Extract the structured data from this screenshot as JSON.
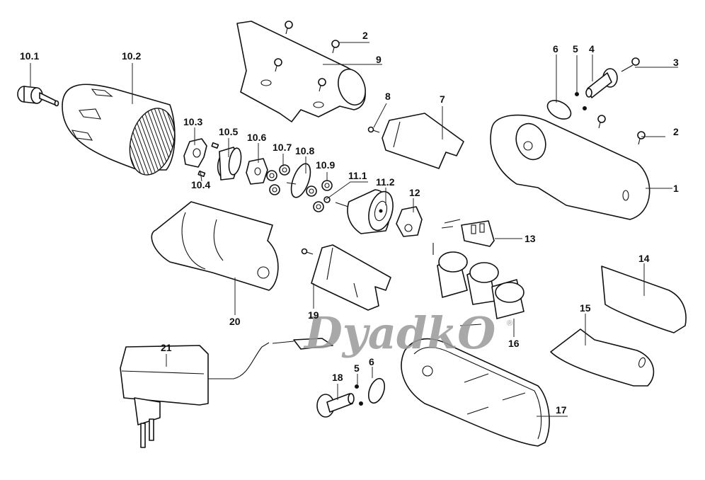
{
  "diagram": {
    "title": "Cordless screwdriver exploded parts diagram",
    "watermark": "DyadkO",
    "watermark_mark": "®",
    "labels": {
      "p10_1": "10.1",
      "p10_2": "10.2",
      "p10_3": "10.3",
      "p10_4": "10.4",
      "p10_5": "10.5",
      "p10_6": "10.6",
      "p10_7": "10.7",
      "p10_8": "10.8",
      "p10_9": "10.9",
      "p11_1": "11.1",
      "p11_2": "11.2",
      "p12": "12",
      "p13": "13",
      "p14": "14",
      "p15": "15",
      "p16": "16",
      "p17": "17",
      "p18": "18",
      "p19": "19",
      "p20": "20",
      "p21": "21",
      "p1": "1",
      "p2a": "2",
      "p2b": "2",
      "p3": "3",
      "p4": "4",
      "p5a": "5",
      "p5b": "5",
      "p6a": "6",
      "p6b": "6",
      "p7": "7",
      "p8": "8",
      "p9": "9"
    }
  }
}
